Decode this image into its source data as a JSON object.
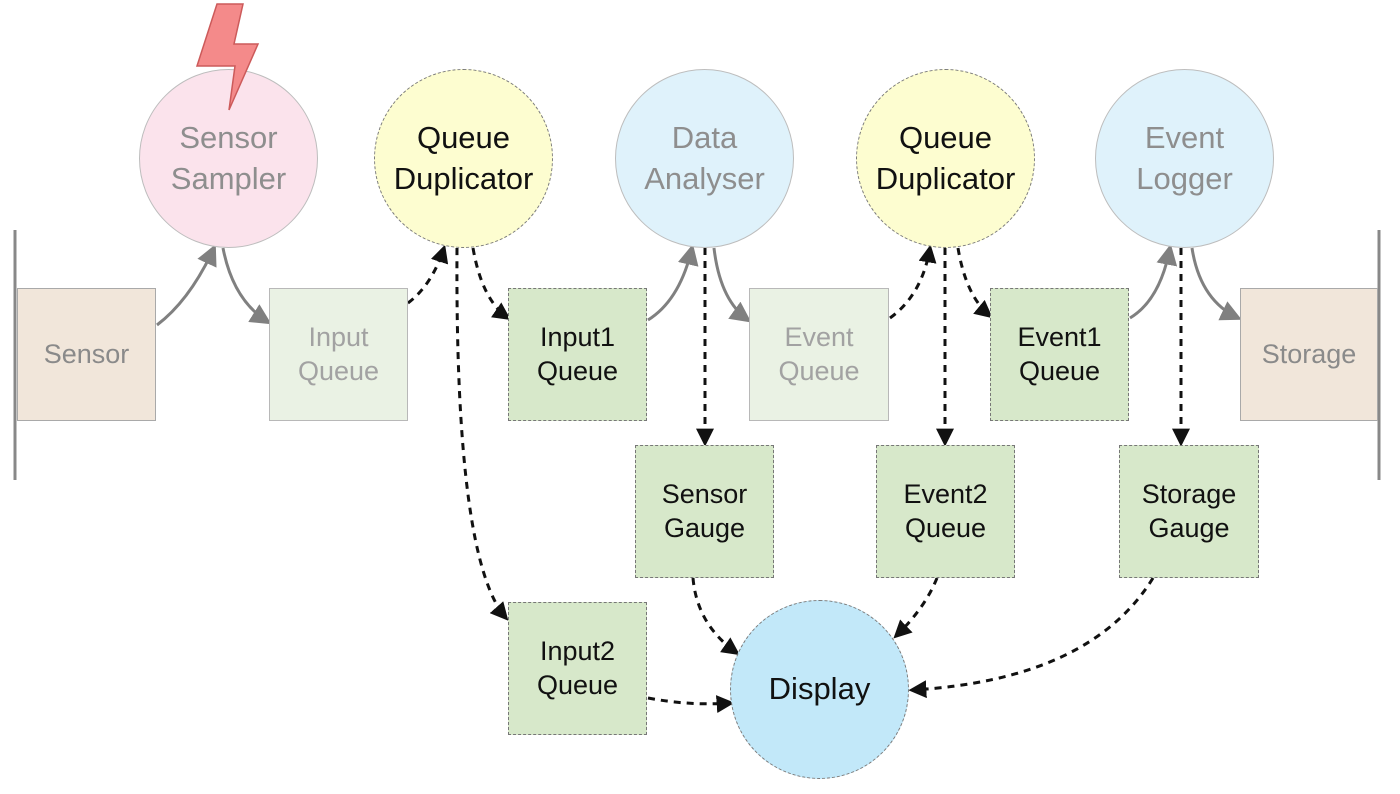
{
  "nodes": {
    "sensor": "Sensor",
    "storage": "Storage",
    "input_queue": "Input\nQueue",
    "event_queue": "Event\nQueue",
    "input1_queue": "Input1\nQueue",
    "event1_queue": "Event1\nQueue",
    "sensor_gauge": "Sensor\nGauge",
    "event2_queue": "Event2\nQueue",
    "storage_gauge": "Storage\nGauge",
    "input2_queue": "Input2\nQueue",
    "sensor_sampler": "Sensor\nSampler",
    "queue_duplicator_1": "Queue\nDuplicator",
    "data_analyser": "Data\nAnalyser",
    "queue_duplicator_2": "Queue\nDuplicator",
    "event_logger": "Event\nLogger",
    "display": "Display"
  },
  "colors": {
    "external": "#f1e6da",
    "queue_faded": "#eaf2e4",
    "queue_new": "#d7e8ca",
    "sampler": "#fbe3ec",
    "process": "#dff2fb",
    "duplicator": "#fdfdd0",
    "display": "#c2e8f9",
    "lightning": "#f48a8a",
    "solid_arrow": "#808080",
    "dashed_arrow": "#111111"
  }
}
